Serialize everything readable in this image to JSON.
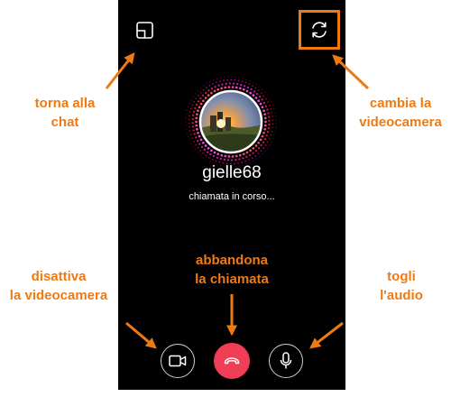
{
  "call": {
    "username": "gielle68",
    "status": "chiamata in corso..."
  },
  "annotations": {
    "back_to_chat": [
      "torna alla",
      "chat"
    ],
    "switch_camera": [
      "cambia la",
      "videocamera"
    ],
    "hang_up": [
      "abbandona",
      "la chiamata"
    ],
    "disable_camera": [
      "disattiva",
      "la videocamera"
    ],
    "mute_audio": [
      "togli",
      "l'audio"
    ]
  },
  "icons": {
    "chat": "minimize-to-chat-icon",
    "switch_camera": "camera-switch-icon",
    "camera": "video-camera-icon",
    "hang_up": "phone-hangup-icon",
    "mic": "microphone-icon"
  },
  "colors": {
    "accent": "#f07a12",
    "hangup": "#ef3e56",
    "screen_bg": "#000000"
  }
}
